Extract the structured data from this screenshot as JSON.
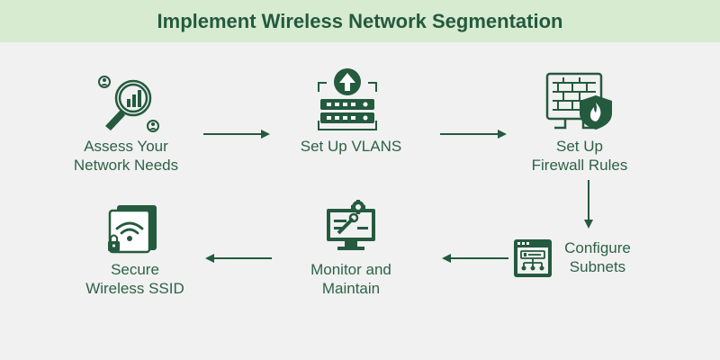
{
  "title": "Implement Wireless Network Segmentation",
  "colors": {
    "primary": "#245a3e",
    "header_bg": "#d7ebd0",
    "background": "#f1f1f1"
  },
  "steps": [
    {
      "icon": "magnifier-chart-people-icon",
      "lines": [
        "Assess Your",
        "Network Needs"
      ]
    },
    {
      "icon": "vlan-switch-upload-icon",
      "lines": [
        "Set Up VLANS"
      ]
    },
    {
      "icon": "firewall-shield-icon",
      "lines": [
        "Set Up",
        "Firewall Rules"
      ]
    },
    {
      "icon": "subnet-window-icon",
      "lines": [
        "Configure",
        "Subnets"
      ]
    },
    {
      "icon": "monitor-gear-wrench-icon",
      "lines": [
        "Monitor and",
        "Maintain"
      ]
    },
    {
      "icon": "wifi-lock-icon",
      "lines": [
        "Secure",
        "Wireless SSID"
      ]
    }
  ]
}
